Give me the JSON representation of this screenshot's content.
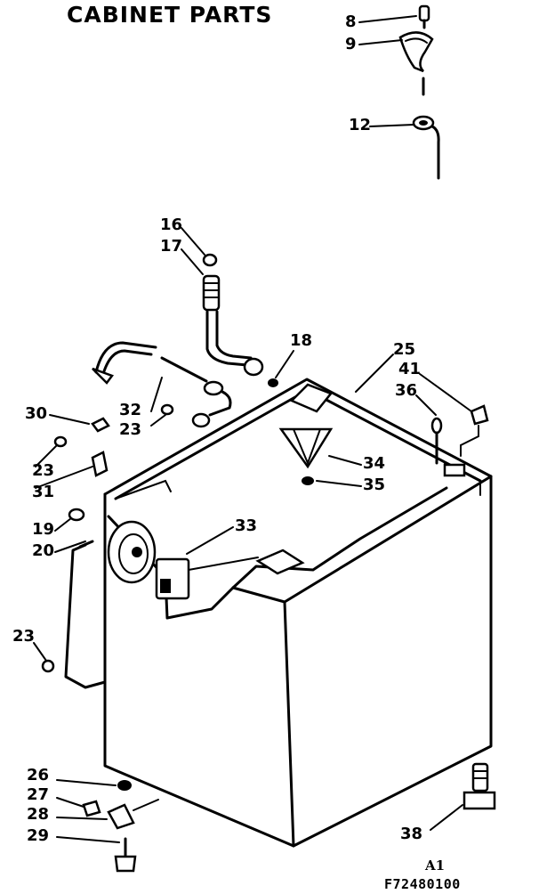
{
  "title": "CABINET PARTS",
  "callouts": [
    "8",
    "9",
    "12",
    "16",
    "17",
    "18",
    "25",
    "41",
    "36",
    "30",
    "32",
    "23",
    "34",
    "35",
    "33",
    "19",
    "20",
    "26",
    "27",
    "28",
    "29",
    "38",
    "31"
  ],
  "footer": {
    "line1": "A1",
    "line2": "F72480100"
  }
}
